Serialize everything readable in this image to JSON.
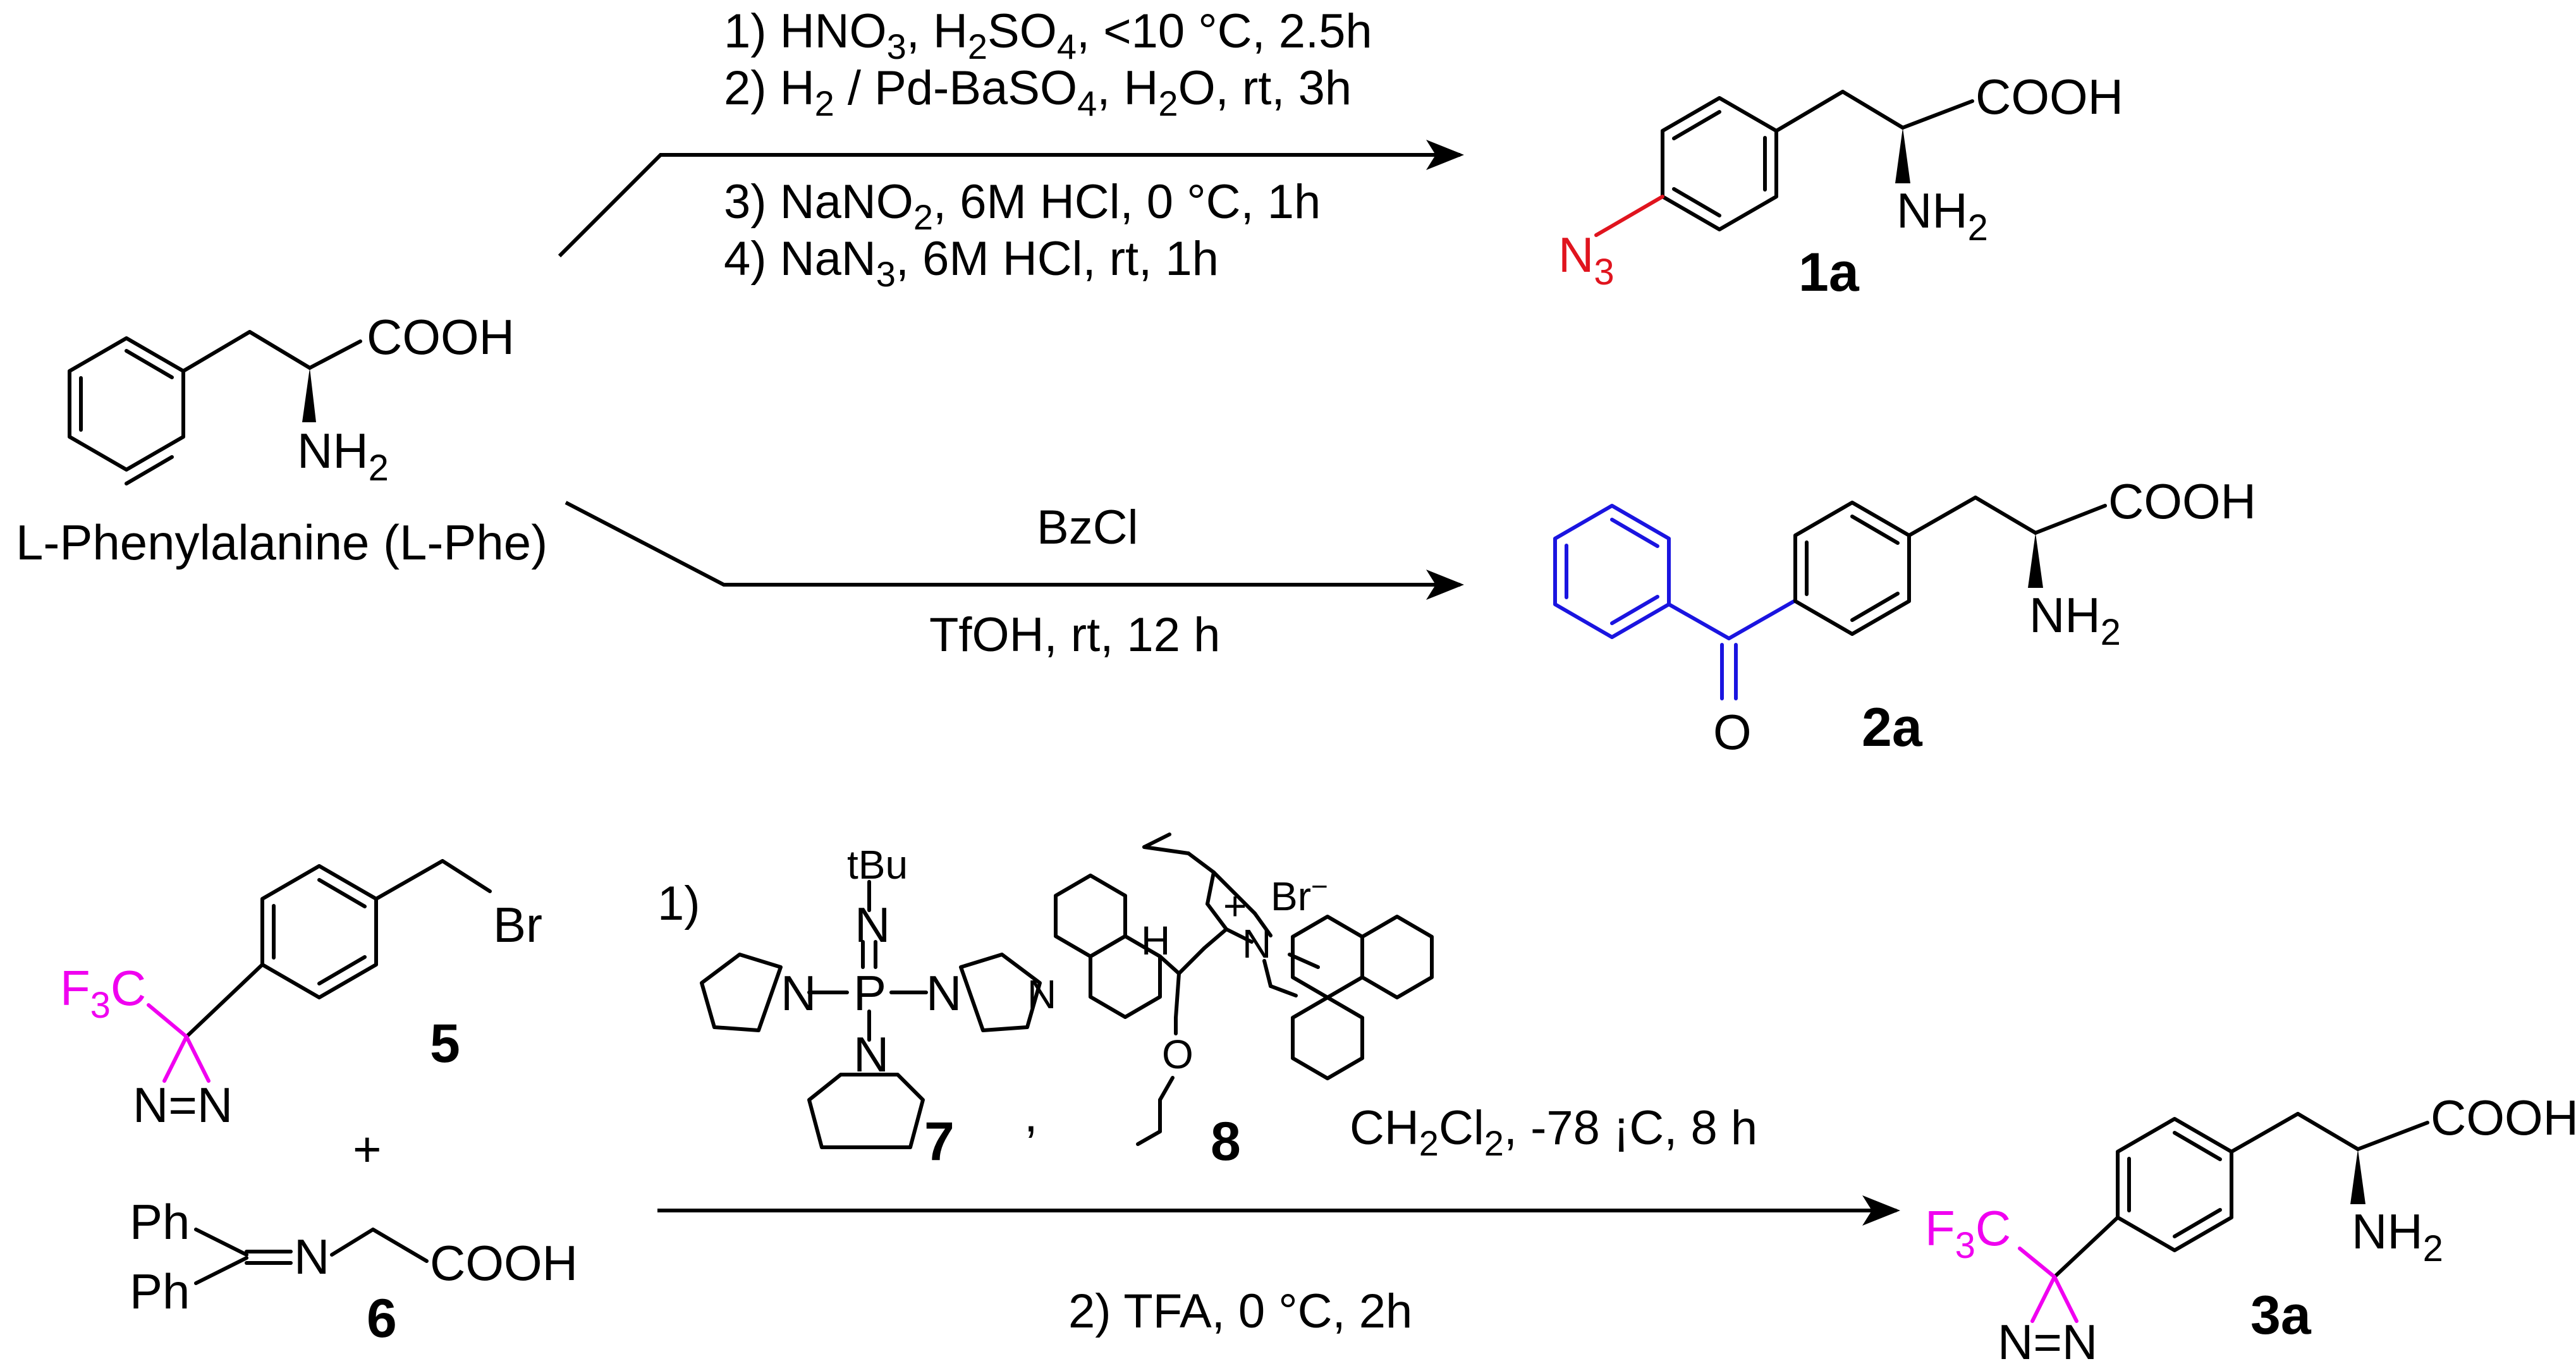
{
  "colors": {
    "azide": "#e0141e",
    "benzoyl": "#1a14e0",
    "diazirine": "#f000f0",
    "default": "#000000"
  },
  "start": {
    "name": "L-Phenylalanine (L-Phe)",
    "cooh": "COOH",
    "nh2": "NH",
    "sub2": "2"
  },
  "route1": {
    "s1a": "1) HNO",
    "s1b": "3",
    "s1c": ", H",
    "s1d": "2",
    "s1e": "SO",
    "s1f": "4",
    "s1g": ", <10 °C, 2.5h",
    "s2a": "2) H",
    "s2b": "2",
    "s2c": " / Pd-BaSO",
    "s2d": "4",
    "s2e": ", H",
    "s2f": "2",
    "s2g": "O, rt, 3h",
    "s3a": "3) NaNO",
    "s3b": "2",
    "s3c": ", 6M HCl, 0 °C, 1h",
    "s4a": "4) NaN",
    "s4b": "3",
    "s4c": ", 6M HCl, rt, 1h",
    "product_id": "1a",
    "n3": "N",
    "n3sub": "3"
  },
  "route2": {
    "reagent": "BzCl",
    "conditions": "TfOH, rt, 12 h",
    "product_id": "2a",
    "o": "O"
  },
  "route3": {
    "cmp5_id": "5",
    "br": "Br",
    "f3c_a": "F",
    "f3c_b": "3",
    "f3c_c": "C",
    "nn": "N=N",
    "plus": "+",
    "ph": "Ph",
    "n": "N",
    "cmp6_id": "6",
    "step1": "1)",
    "tbu": "tBu",
    "n_atom": "N",
    "p_atom": "P",
    "cmp7_id": "7",
    "comma": ",",
    "h_atom": "H",
    "plus_charge": "+",
    "br_minus": "Br",
    "minus": "−",
    "o_atom": "O",
    "cmp8_id": "8",
    "solvent_a": "CH",
    "solvent_b": "2",
    "solvent_c": "Cl",
    "solvent_d": "2",
    "solvent_e": ", -78 ¡C, 8 h",
    "step2": "2) TFA, 0 °C, 2h",
    "product_id": "3a"
  }
}
